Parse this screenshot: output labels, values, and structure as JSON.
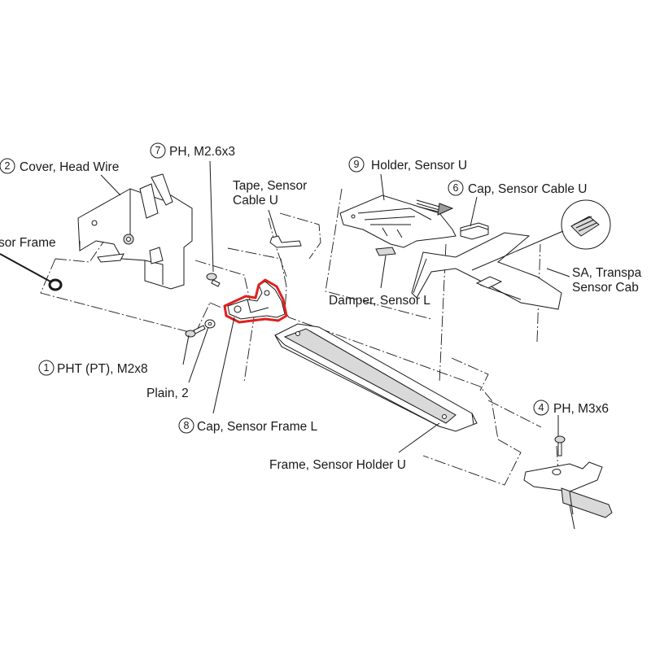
{
  "callouts": [
    {
      "id": "cover-head-wire",
      "num": "2",
      "label": "Cover, Head Wire"
    },
    {
      "id": "ph-m26x3",
      "num": "7",
      "label": "PH, M2.6x3"
    },
    {
      "id": "holder-sensor-u",
      "num": "9",
      "label": "Holder, Sensor U"
    },
    {
      "id": "cap-sensor-cable-u",
      "num": "6",
      "label": "Cap, Sensor Cable U"
    },
    {
      "id": "pht-pt-m2x8",
      "num": "1",
      "label": "PHT (PT), M2x8"
    },
    {
      "id": "cap-sensor-frame-l",
      "num": "8",
      "label": "Cap, Sensor Frame L"
    },
    {
      "id": "ph-m3x6",
      "num": "4",
      "label": "PH, M3x6"
    }
  ],
  "labels": {
    "sensor_frame_partial": "sor Frame",
    "tape_sensor_cable_u_line1": "Tape, Sensor",
    "tape_sensor_cable_u_line2": "Cable U",
    "damper_sensor_l": "Damper, Sensor L",
    "sa_transparent_line1": "SA, Transpa",
    "sa_transparent_line2": "Sensor Cab",
    "plain_2": "Plain, 2",
    "frame_sensor_holder_u": "Frame, Sensor Holder U"
  },
  "colors": {
    "highlight": "#e02020",
    "ink": "#1a1a1a"
  }
}
